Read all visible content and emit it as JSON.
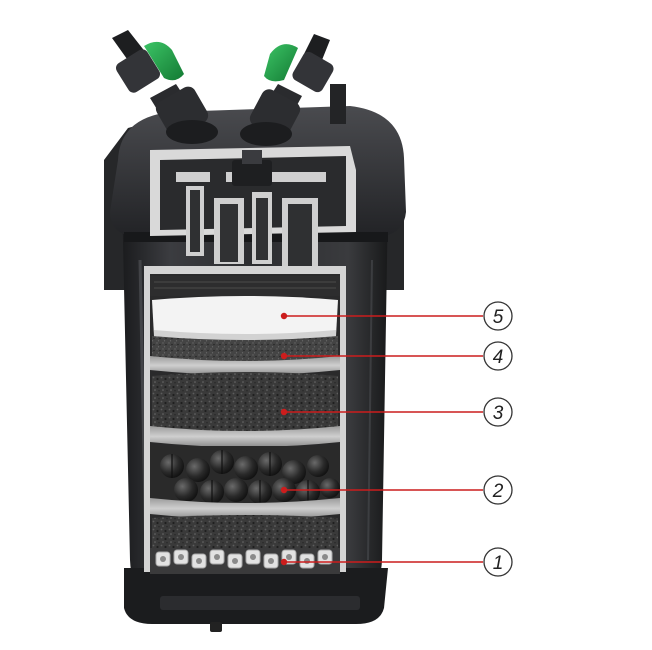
{
  "diagram": {
    "subject": "canister-filter-cutaway",
    "colors": {
      "housing": "#2f3033",
      "housing_dark": "#1c1d1f",
      "cut_edge": "#d8d8d8",
      "valve_green": "#1f9a45",
      "leader_red": "#cc1d1d",
      "foam": "#3a3a3a",
      "white_pad": "#f4f4f4",
      "ceramic": "#e4e4e4"
    },
    "callouts": [
      {
        "number": "5",
        "component": "fine-filter-pad"
      },
      {
        "number": "4",
        "component": "fine-foam-sponge"
      },
      {
        "number": "3",
        "component": "coarse-foam-sponge"
      },
      {
        "number": "2",
        "component": "bio-balls"
      },
      {
        "number": "1",
        "component": "ceramic-rings"
      }
    ]
  }
}
